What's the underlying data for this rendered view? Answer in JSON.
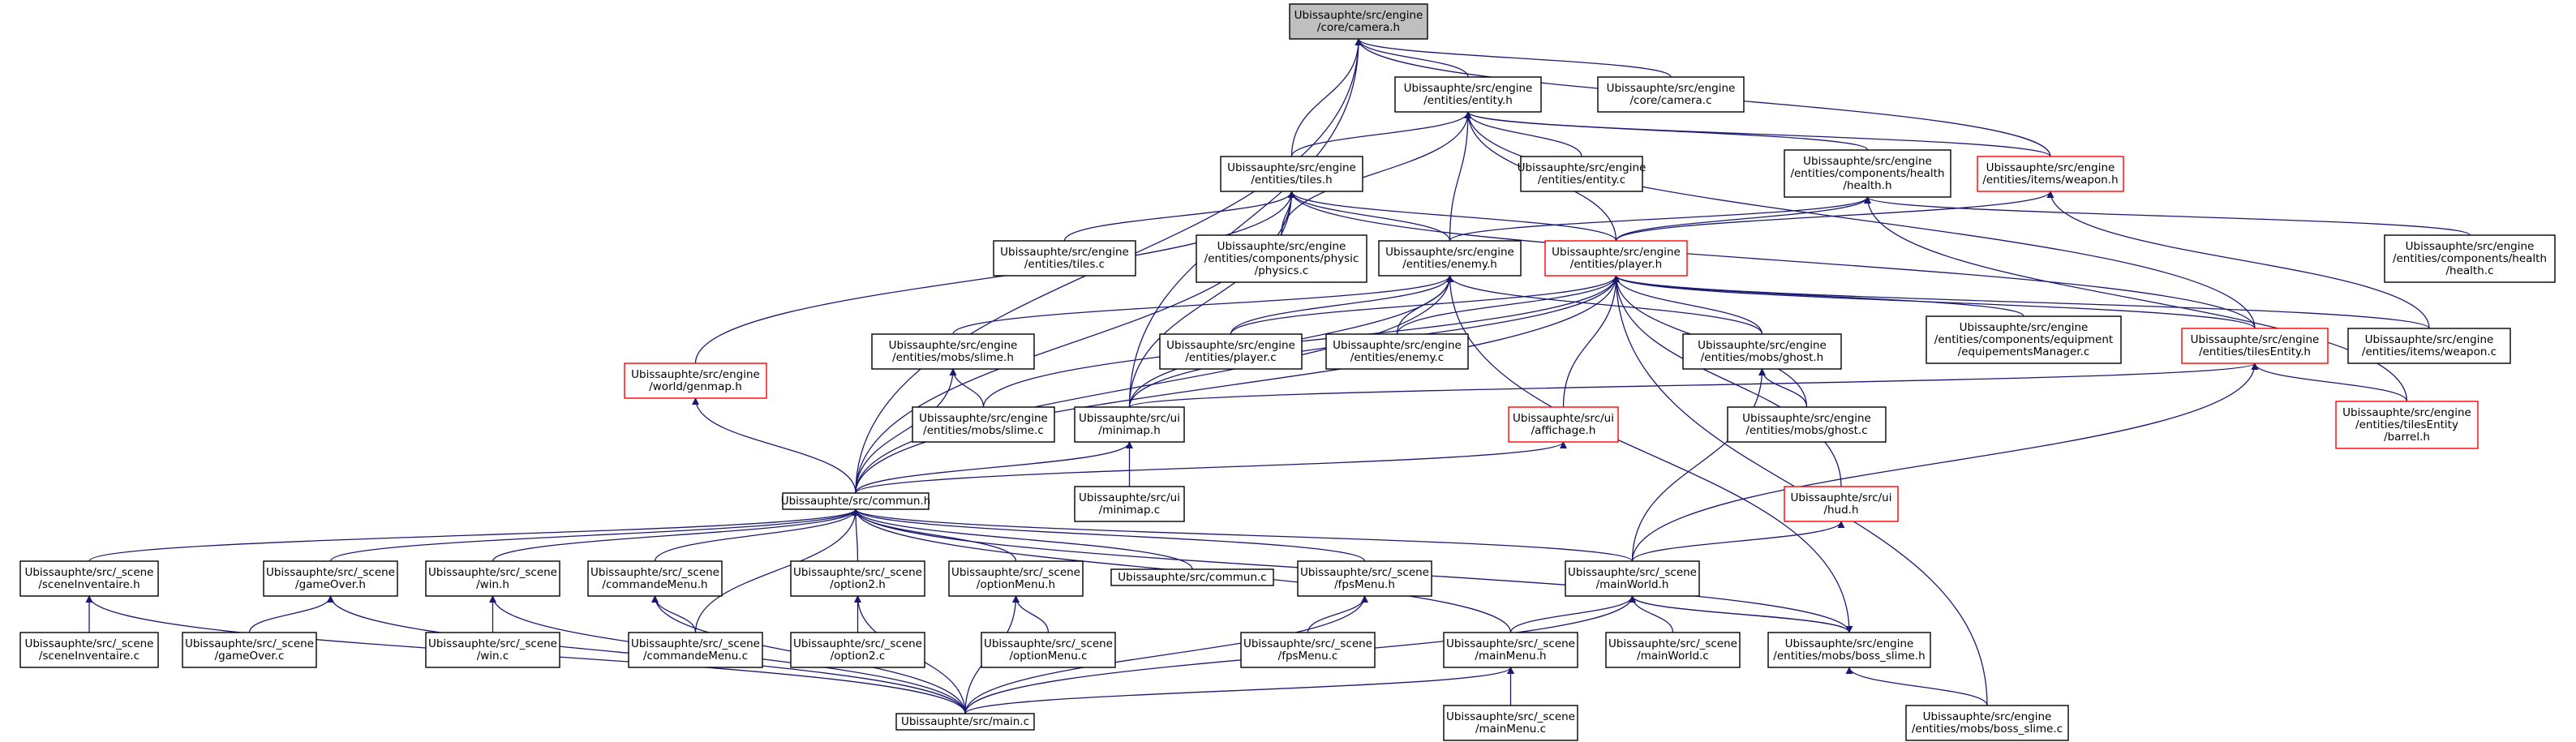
{
  "graph": {
    "colors": {
      "edge": "#191970",
      "node_border": "#000000",
      "incomplete_border": "#ff0000",
      "root_fill": "#bfbfbf"
    },
    "nodes": [
      {
        "id": "camera_h",
        "lines": [
          "Ubissauphte/src/engine",
          "/core/camera.h"
        ],
        "root": true
      },
      {
        "id": "entity_h",
        "lines": [
          "Ubissauphte/src/engine",
          "/entities/entity.h"
        ]
      },
      {
        "id": "camera_c",
        "lines": [
          "Ubissauphte/src/engine",
          "/core/camera.c"
        ]
      },
      {
        "id": "tiles_h",
        "lines": [
          "Ubissauphte/src/engine",
          "/entities/tiles.h"
        ]
      },
      {
        "id": "entity_c",
        "lines": [
          "Ubissauphte/src/engine",
          "/entities/entity.c"
        ]
      },
      {
        "id": "health_h",
        "lines": [
          "Ubissauphte/src/engine",
          "/entities/components/health",
          "/health.h"
        ]
      },
      {
        "id": "weapon_h",
        "lines": [
          "Ubissauphte/src/engine",
          "/entities/items/weapon.h"
        ],
        "red": true
      },
      {
        "id": "tiles_c",
        "lines": [
          "Ubissauphte/src/engine",
          "/entities/tiles.c"
        ]
      },
      {
        "id": "physics_c",
        "lines": [
          "Ubissauphte/src/engine",
          "/entities/components/physic",
          "/physics.c"
        ]
      },
      {
        "id": "enemy_h",
        "lines": [
          "Ubissauphte/src/engine",
          "/entities/enemy.h"
        ]
      },
      {
        "id": "player_h",
        "lines": [
          "Ubissauphte/src/engine",
          "/entities/player.h"
        ],
        "red": true
      },
      {
        "id": "health_c",
        "lines": [
          "Ubissauphte/src/engine",
          "/entities/components/health",
          "/health.c"
        ]
      },
      {
        "id": "slime_h",
        "lines": [
          "Ubissauphte/src/engine",
          "/entities/mobs/slime.h"
        ]
      },
      {
        "id": "player_c",
        "lines": [
          "Ubissauphte/src/engine",
          "/entities/player.c"
        ]
      },
      {
        "id": "enemy_c",
        "lines": [
          "Ubissauphte/src/engine",
          "/entities/enemy.c"
        ]
      },
      {
        "id": "ghost_h",
        "lines": [
          "Ubissauphte/src/engine",
          "/entities/mobs/ghost.h"
        ]
      },
      {
        "id": "equip_c",
        "lines": [
          "Ubissauphte/src/engine",
          "/entities/components/equipment",
          "/equipementsManager.c"
        ]
      },
      {
        "id": "tilesEntity_h",
        "lines": [
          "Ubissauphte/src/engine",
          "/entities/tilesEntity.h"
        ],
        "red": true
      },
      {
        "id": "weapon_c",
        "lines": [
          "Ubissauphte/src/engine",
          "/entities/items/weapon.c"
        ]
      },
      {
        "id": "genmap_h",
        "lines": [
          "Ubissauphte/src/engine",
          "/world/genmap.h"
        ],
        "red": true
      },
      {
        "id": "slime_c",
        "lines": [
          "Ubissauphte/src/engine",
          "/entities/mobs/slime.c"
        ]
      },
      {
        "id": "minimap_h",
        "lines": [
          "Ubissauphte/src/ui",
          "/minimap.h"
        ]
      },
      {
        "id": "affichage_h",
        "lines": [
          "Ubissauphte/src/ui",
          "/affichage.h"
        ],
        "red": true
      },
      {
        "id": "ghost_c",
        "lines": [
          "Ubissauphte/src/engine",
          "/entities/mobs/ghost.c"
        ]
      },
      {
        "id": "barrel_h",
        "lines": [
          "Ubissauphte/src/engine",
          "/entities/tilesEntity",
          "/barrel.h"
        ],
        "red": true
      },
      {
        "id": "minimap_c",
        "lines": [
          "Ubissauphte/src/ui",
          "/minimap.c"
        ]
      },
      {
        "id": "commun_h",
        "lines": [
          "Ubissauphte/src/commun.h"
        ]
      },
      {
        "id": "hud_h",
        "lines": [
          "Ubissauphte/src/ui",
          "/hud.h"
        ],
        "red": true
      },
      {
        "id": "sceneInv_h",
        "lines": [
          "Ubissauphte/src/_scene",
          "/sceneInventaire.h"
        ]
      },
      {
        "id": "gameOver_h",
        "lines": [
          "Ubissauphte/src/_scene",
          "/gameOver.h"
        ]
      },
      {
        "id": "win_h",
        "lines": [
          "Ubissauphte/src/_scene",
          "/win.h"
        ]
      },
      {
        "id": "cmdMenu_h",
        "lines": [
          "Ubissauphte/src/_scene",
          "/commandeMenu.h"
        ]
      },
      {
        "id": "option2_h",
        "lines": [
          "Ubissauphte/src/_scene",
          "/option2.h"
        ]
      },
      {
        "id": "optionMenu_h",
        "lines": [
          "Ubissauphte/src/_scene",
          "/optionMenu.h"
        ]
      },
      {
        "id": "commun_c",
        "lines": [
          "Ubissauphte/src/commun.c"
        ]
      },
      {
        "id": "fpsMenu_h",
        "lines": [
          "Ubissauphte/src/_scene",
          "/fpsMenu.h"
        ]
      },
      {
        "id": "mainWorld_h",
        "lines": [
          "Ubissauphte/src/_scene",
          "/mainWorld.h"
        ]
      },
      {
        "id": "sceneInv_c",
        "lines": [
          "Ubissauphte/src/_scene",
          "/sceneInventaire.c"
        ]
      },
      {
        "id": "gameOver_c",
        "lines": [
          "Ubissauphte/src/_scene",
          "/gameOver.c"
        ]
      },
      {
        "id": "win_c",
        "lines": [
          "Ubissauphte/src/_scene",
          "/win.c"
        ]
      },
      {
        "id": "cmdMenu_c",
        "lines": [
          "Ubissauphte/src/_scene",
          "/commandeMenu.c"
        ]
      },
      {
        "id": "option2_c",
        "lines": [
          "Ubissauphte/src/_scene",
          "/option2.c"
        ]
      },
      {
        "id": "optionMenu_c",
        "lines": [
          "Ubissauphte/src/_scene",
          "/optionMenu.c"
        ]
      },
      {
        "id": "fpsMenu_c",
        "lines": [
          "Ubissauphte/src/_scene",
          "/fpsMenu.c"
        ]
      },
      {
        "id": "mainMenu_h",
        "lines": [
          "Ubissauphte/src/_scene",
          "/mainMenu.h"
        ]
      },
      {
        "id": "mainWorld_c",
        "lines": [
          "Ubissauphte/src/_scene",
          "/mainWorld.c"
        ]
      },
      {
        "id": "boss_slime_h",
        "lines": [
          "Ubissauphte/src/engine",
          "/entities/mobs/boss_slime.h"
        ]
      },
      {
        "id": "main_c",
        "lines": [
          "Ubissauphte/src/main.c"
        ]
      },
      {
        "id": "mainMenu_c",
        "lines": [
          "Ubissauphte/src/_scene",
          "/mainMenu.c"
        ]
      },
      {
        "id": "boss_slime_c",
        "lines": [
          "Ubissauphte/src/engine",
          "/entities/mobs/boss_slime.c"
        ]
      }
    ],
    "edges": [
      [
        "camera_h",
        "entity_h"
      ],
      [
        "camera_h",
        "camera_c"
      ],
      [
        "camera_h",
        "tiles_h"
      ],
      [
        "camera_h",
        "weapon_h"
      ],
      [
        "camera_h",
        "minimap_h"
      ],
      [
        "camera_h",
        "commun_h"
      ],
      [
        "entity_h",
        "tiles_h"
      ],
      [
        "entity_h",
        "entity_c"
      ],
      [
        "entity_h",
        "health_h"
      ],
      [
        "entity_h",
        "weapon_h"
      ],
      [
        "entity_h",
        "physics_c"
      ],
      [
        "entity_h",
        "enemy_h"
      ],
      [
        "entity_h",
        "player_h"
      ],
      [
        "entity_h",
        "tilesEntity_h"
      ],
      [
        "tiles_h",
        "tiles_c"
      ],
      [
        "tiles_h",
        "physics_c"
      ],
      [
        "tiles_h",
        "enemy_h"
      ],
      [
        "tiles_h",
        "player_h"
      ],
      [
        "tiles_h",
        "tilesEntity_h"
      ],
      [
        "tiles_h",
        "genmap_h"
      ],
      [
        "tiles_h",
        "minimap_h"
      ],
      [
        "tiles_h",
        "commun_h"
      ],
      [
        "health_h",
        "player_h"
      ],
      [
        "health_h",
        "health_c"
      ],
      [
        "health_h",
        "barrel_h"
      ],
      [
        "health_h",
        "enemy_h"
      ],
      [
        "weapon_h",
        "player_h"
      ],
      [
        "weapon_h",
        "weapon_c"
      ],
      [
        "enemy_h",
        "slime_h"
      ],
      [
        "enemy_h",
        "player_c"
      ],
      [
        "enemy_h",
        "enemy_c"
      ],
      [
        "enemy_h",
        "ghost_h"
      ],
      [
        "enemy_h",
        "boss_slime_h"
      ],
      [
        "enemy_h",
        "minimap_h"
      ],
      [
        "enemy_h",
        "commun_h"
      ],
      [
        "player_h",
        "player_c"
      ],
      [
        "player_h",
        "enemy_c"
      ],
      [
        "player_h",
        "ghost_h"
      ],
      [
        "player_h",
        "equip_c"
      ],
      [
        "player_h",
        "tilesEntity_h"
      ],
      [
        "player_h",
        "weapon_c"
      ],
      [
        "player_h",
        "slime_c"
      ],
      [
        "player_h",
        "minimap_h"
      ],
      [
        "player_h",
        "affichage_h"
      ],
      [
        "player_h",
        "ghost_c"
      ],
      [
        "player_h",
        "hud_h"
      ],
      [
        "player_h",
        "boss_slime_c"
      ],
      [
        "player_h",
        "commun_h"
      ],
      [
        "slime_h",
        "slime_c"
      ],
      [
        "slime_h",
        "commun_h"
      ],
      [
        "ghost_h",
        "ghost_c"
      ],
      [
        "ghost_h",
        "mainWorld_h"
      ],
      [
        "tilesEntity_h",
        "barrel_h"
      ],
      [
        "tilesEntity_h",
        "minimap_h"
      ],
      [
        "tilesEntity_h",
        "mainWorld_h"
      ],
      [
        "genmap_h",
        "commun_h"
      ],
      [
        "minimap_h",
        "minimap_c"
      ],
      [
        "minimap_h",
        "commun_h"
      ],
      [
        "affichage_h",
        "commun_h"
      ],
      [
        "hud_h",
        "mainWorld_h"
      ],
      [
        "commun_h",
        "sceneInv_h"
      ],
      [
        "commun_h",
        "gameOver_h"
      ],
      [
        "commun_h",
        "win_h"
      ],
      [
        "commun_h",
        "cmdMenu_h"
      ],
      [
        "commun_h",
        "option2_h"
      ],
      [
        "commun_h",
        "optionMenu_h"
      ],
      [
        "commun_h",
        "commun_c"
      ],
      [
        "commun_h",
        "fpsMenu_h"
      ],
      [
        "commun_h",
        "mainWorld_h"
      ],
      [
        "commun_h",
        "cmdMenu_c"
      ],
      [
        "commun_h",
        "mainMenu_h"
      ],
      [
        "commun_h",
        "boss_slime_h"
      ],
      [
        "sceneInv_h",
        "sceneInv_c"
      ],
      [
        "sceneInv_h",
        "main_c"
      ],
      [
        "gameOver_h",
        "gameOver_c"
      ],
      [
        "gameOver_h",
        "main_c"
      ],
      [
        "win_h",
        "win_c"
      ],
      [
        "win_h",
        "main_c"
      ],
      [
        "cmdMenu_h",
        "cmdMenu_c"
      ],
      [
        "cmdMenu_h",
        "main_c"
      ],
      [
        "option2_h",
        "option2_c"
      ],
      [
        "option2_h",
        "main_c"
      ],
      [
        "optionMenu_h",
        "optionMenu_c"
      ],
      [
        "optionMenu_h",
        "main_c"
      ],
      [
        "fpsMenu_h",
        "fpsMenu_c"
      ],
      [
        "fpsMenu_h",
        "main_c"
      ],
      [
        "mainWorld_h",
        "mainMenu_h"
      ],
      [
        "mainWorld_h",
        "mainWorld_c"
      ],
      [
        "mainWorld_h",
        "boss_slime_h"
      ],
      [
        "mainWorld_h",
        "main_c"
      ],
      [
        "mainMenu_h",
        "mainMenu_c"
      ],
      [
        "mainMenu_h",
        "main_c"
      ],
      [
        "boss_slime_h",
        "mainWorld_h"
      ],
      [
        "boss_slime_h",
        "boss_slime_c"
      ]
    ]
  }
}
